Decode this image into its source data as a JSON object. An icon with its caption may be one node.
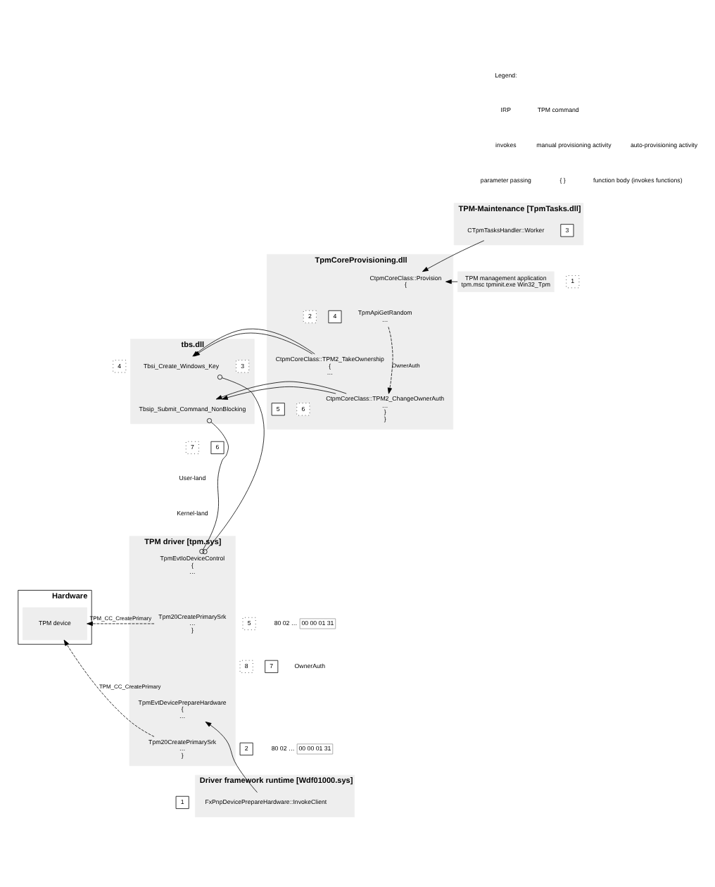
{
  "diagram": {
    "nodes": [
      {
        "text": [
          "TPM-Maintenance [TpmTasks.dll]"
        ]
      },
      {
        "text": [
          "CTpmTasksHandler::Worker"
        ],
        "in": 0
      },
      {
        "text": [
          "3"
        ],
        "in": 0
      },
      {
        "text": [
          "TPM management application",
          "tpm.msc tpminit.exe Win32_Tpm"
        ]
      },
      {
        "text": [
          "1"
        ]
      },
      {
        "text": [
          "TpmCoreProvisioning.dll"
        ]
      },
      {
        "text": [
          "CtpmCoreClass::Provision",
          "{"
        ],
        "in": 5
      },
      {
        "text": [
          "2"
        ],
        "in": 5
      },
      {
        "text": [
          "4"
        ],
        "in": 5
      },
      {
        "text": [
          "TpmApiGetRandom",
          "…"
        ],
        "in": 5
      },
      {
        "text": [
          "CtpmCoreClass::TPM2_TakeOwnership",
          "{",
          "…"
        ],
        "in": 5
      },
      {
        "text": [
          "6"
        ],
        "in": 5
      },
      {
        "text": [
          "5"
        ],
        "in": 5
      },
      {
        "text": [
          "CtpmCoreClass::TPM2_ChangeOwnerAuth",
          "…",
          "}",
          "}"
        ],
        "in": 5
      },
      {
        "text": [
          "4"
        ]
      },
      {
        "text": [
          "tbs.dll"
        ]
      },
      {
        "text": [
          "3"
        ],
        "in": 15
      },
      {
        "text": [
          "Tbsi_Create_Windows_Key"
        ],
        "in": 15
      },
      {
        "text": [
          "Tbsip_Submit_Command_NonBlocking"
        ],
        "in": 15
      },
      {
        "text": [
          "7"
        ]
      },
      {
        "text": [
          "6"
        ]
      },
      {
        "text": [
          "TPM driver [tpm.sys]"
        ]
      },
      {
        "text": [
          "TpmEvtIoDeviceControl",
          "{",
          "…"
        ],
        "in": 21
      },
      {
        "text": [
          "Tpm20CreatePrimarySrk",
          "…",
          "}"
        ],
        "in": 21
      },
      {
        "text": [
          "5"
        ]
      },
      {
        "text": [
          "00 00 01 31"
        ],
        "beside": [
          "80 02 …"
        ]
      },
      {
        "text": [
          "8"
        ]
      },
      {
        "text": [
          "7"
        ]
      },
      {
        "text": [
          "Hardware"
        ]
      },
      {
        "text": [
          "TPM device"
        ],
        "in": 28
      },
      {
        "text": [
          "TpmEvtDevicePrepareHardware",
          "{",
          "…"
        ],
        "in": 21
      },
      {
        "text": [
          "Tpm20CreatePrimarySrk",
          "…",
          "}"
        ],
        "in": 21
      },
      {
        "text": [
          "2"
        ]
      },
      {
        "text": [
          "00 00 01 31"
        ],
        "beside": [
          "80 02 …"
        ]
      },
      {
        "text": [
          "Driver framework runtime [Wdf01000.sys]"
        ]
      },
      {
        "text": [
          "1"
        ]
      },
      {
        "text": [
          "FxPnpDevicePrepareHardware::InvokeClient"
        ],
        "in": 34
      }
    ],
    "edges": [
      {
        "from": 3,
        "to": 6,
        "arrow": "to"
      },
      {
        "from": 1,
        "to": 6,
        "arrow": "to"
      },
      {
        "from": 9,
        "to": 13,
        "arrow": "to",
        "style": "dashed",
        "label": "OwnerAuth"
      },
      {
        "from": 10,
        "to": 17,
        "arrow": "to"
      },
      {
        "from": 13,
        "to": 18,
        "arrow": "to"
      },
      {
        "from": 17,
        "to": 22,
        "arrow": "other"
      },
      {
        "from": 18,
        "to": 22,
        "arrow": "other"
      },
      {
        "from": 23,
        "to": 29,
        "arrow": "to",
        "style": "dashed",
        "label": "TPM_CC_CreatePrimary"
      },
      {
        "from": 31,
        "to": 29,
        "arrow": "to",
        "style": "dashed",
        "label": "TPM_CC_CreatePrimary"
      },
      {
        "from": 36,
        "to": 30,
        "arrow": "to"
      }
    ],
    "labels": [
      "Legend:",
      "{ }",
      "User-land",
      "Kernel-land",
      "OwnerAuth"
    ],
    "legend": [
      {
        "text": "IRP"
      },
      {
        "text": "TPM command"
      },
      {
        "text": "invokes"
      },
      {
        "text": "manual provisioning activity"
      },
      {
        "text": "auto-provisioning activity"
      },
      {
        "text": "parameter passing"
      },
      {
        "text": "function body (invokes functions)"
      }
    ]
  }
}
